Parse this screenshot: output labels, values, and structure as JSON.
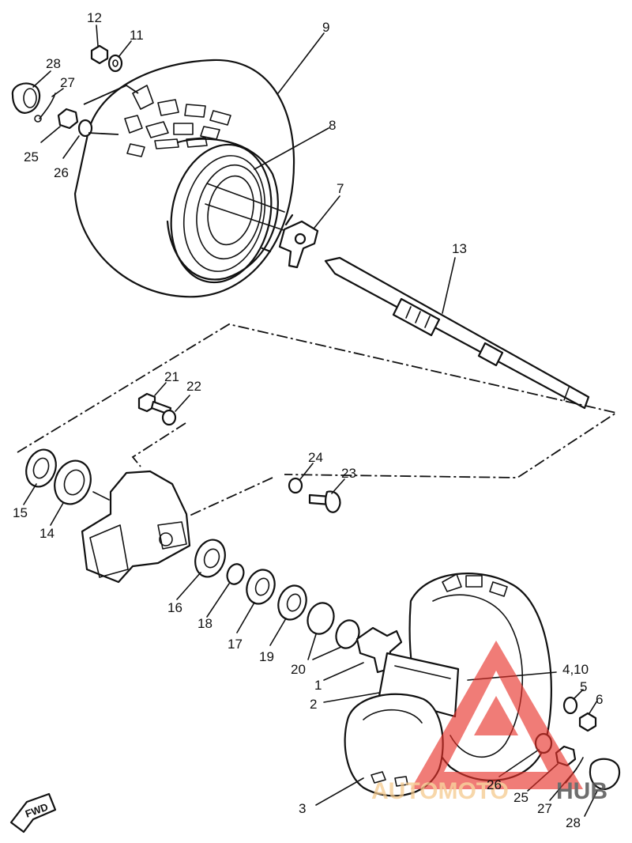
{
  "callouts": [
    {
      "id": "c12",
      "text": "12"
    },
    {
      "id": "c11",
      "text": "11"
    },
    {
      "id": "c9",
      "text": "9"
    },
    {
      "id": "c28a",
      "text": "28"
    },
    {
      "id": "c27a",
      "text": "27"
    },
    {
      "id": "c25a",
      "text": "25"
    },
    {
      "id": "c26a",
      "text": "26"
    },
    {
      "id": "c8",
      "text": "8"
    },
    {
      "id": "c7",
      "text": "7"
    },
    {
      "id": "c13",
      "text": "13"
    },
    {
      "id": "c21",
      "text": "21"
    },
    {
      "id": "c22",
      "text": "22"
    },
    {
      "id": "c24",
      "text": "24"
    },
    {
      "id": "c23",
      "text": "23"
    },
    {
      "id": "c15",
      "text": "15"
    },
    {
      "id": "c14",
      "text": "14"
    },
    {
      "id": "c16",
      "text": "16"
    },
    {
      "id": "c18",
      "text": "18"
    },
    {
      "id": "c17",
      "text": "17"
    },
    {
      "id": "c19",
      "text": "19"
    },
    {
      "id": "c20",
      "text": "20"
    },
    {
      "id": "c1",
      "text": "1"
    },
    {
      "id": "c2",
      "text": "2"
    },
    {
      "id": "c410",
      "text": "4,10"
    },
    {
      "id": "c5",
      "text": "5"
    },
    {
      "id": "c6",
      "text": "6"
    },
    {
      "id": "c26b",
      "text": "26"
    },
    {
      "id": "c25b",
      "text": "25"
    },
    {
      "id": "c27b",
      "text": "27"
    },
    {
      "id": "c28b",
      "text": "28"
    },
    {
      "id": "c3",
      "text": "3"
    }
  ],
  "fwd_label": "FWD",
  "watermark": {
    "part1": "AUTOMOTO",
    "part2": "HUB",
    "color_primary": "#e8322a",
    "color_secondary": "#f5c88a"
  }
}
